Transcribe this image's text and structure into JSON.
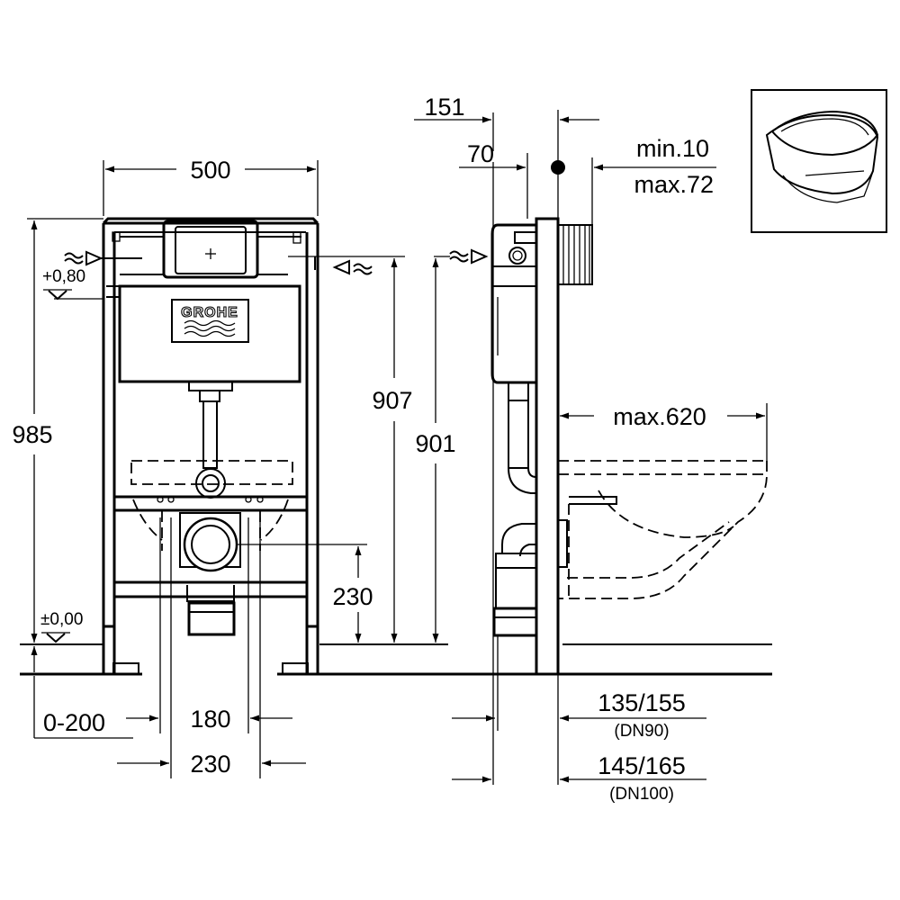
{
  "brand": "GROHE",
  "front_view": {
    "width": "500",
    "height": "985",
    "level_top": "+0,80",
    "level_bottom": "±0,00",
    "adjust_range": "0-200",
    "feet_inner": "180",
    "feet_outer": "230",
    "drain_height": "230",
    "inlet_height": "907"
  },
  "side_view": {
    "depth_151": "151",
    "depth_70": "70",
    "wall_min": "min.10",
    "wall_max": "max.72",
    "height_901": "901",
    "projection": "max.620",
    "dn90_dim": "135/155",
    "dn90_label": "(DN90)",
    "dn100_dim": "145/165",
    "dn100_label": "(DN100)"
  },
  "icons": {
    "thumbnail": "wall-hung-toilet-icon",
    "water_inlet": "water-inlet-arrow-icon",
    "level": "level-marker-icon"
  }
}
